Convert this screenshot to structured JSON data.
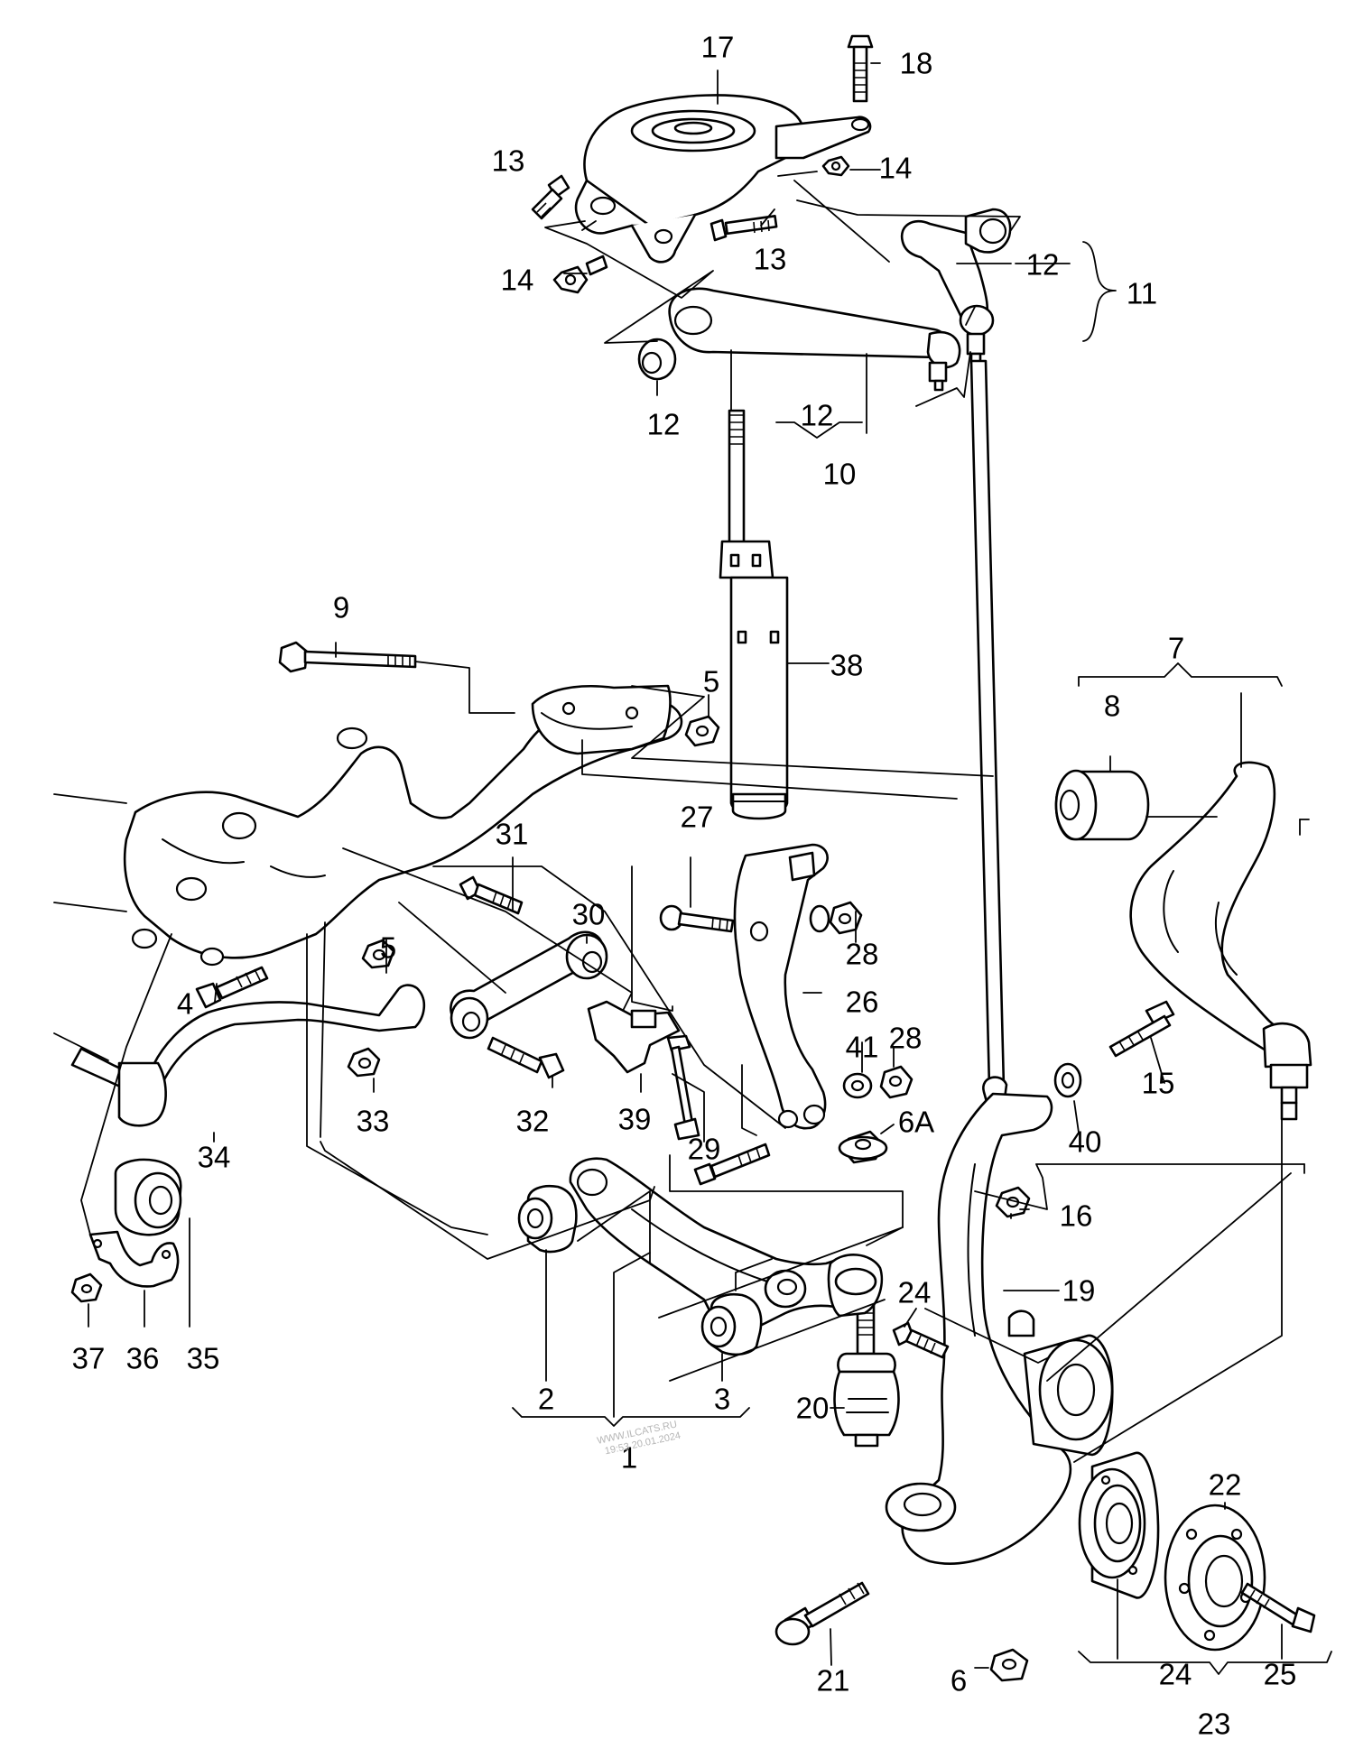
{
  "diagram": {
    "labels": {
      "l1": "1",
      "l2": "2",
      "l3": "3",
      "l4": "4",
      "l5a": "5",
      "l5b": "5",
      "l6": "6",
      "l6a": "6A",
      "l7": "7",
      "l8": "8",
      "l9": "9",
      "l10": "10",
      "l11": "11",
      "l12a": "12",
      "l12b": "12",
      "l12c": "12",
      "l13a": "13",
      "l13b": "13",
      "l14a": "14",
      "l14b": "14",
      "l15": "15",
      "l16": "16",
      "l17": "17",
      "l18": "18",
      "l19": "19",
      "l20": "20",
      "l21": "21",
      "l22": "22",
      "l23": "23",
      "l24a": "24",
      "l24b": "24",
      "l25": "25",
      "l26": "26",
      "l27": "27",
      "l28a": "28",
      "l28b": "28",
      "l29": "29",
      "l30": "30",
      "l31": "31",
      "l32": "32",
      "l33": "33",
      "l34": "34",
      "l35": "35",
      "l36": "36",
      "l37": "37",
      "l38": "38",
      "l39": "39",
      "l40": "40",
      "l41": "41"
    },
    "watermark": {
      "line1": "WWW.ILCATS.RU",
      "line2": "19:53 20.01.2024"
    }
  }
}
